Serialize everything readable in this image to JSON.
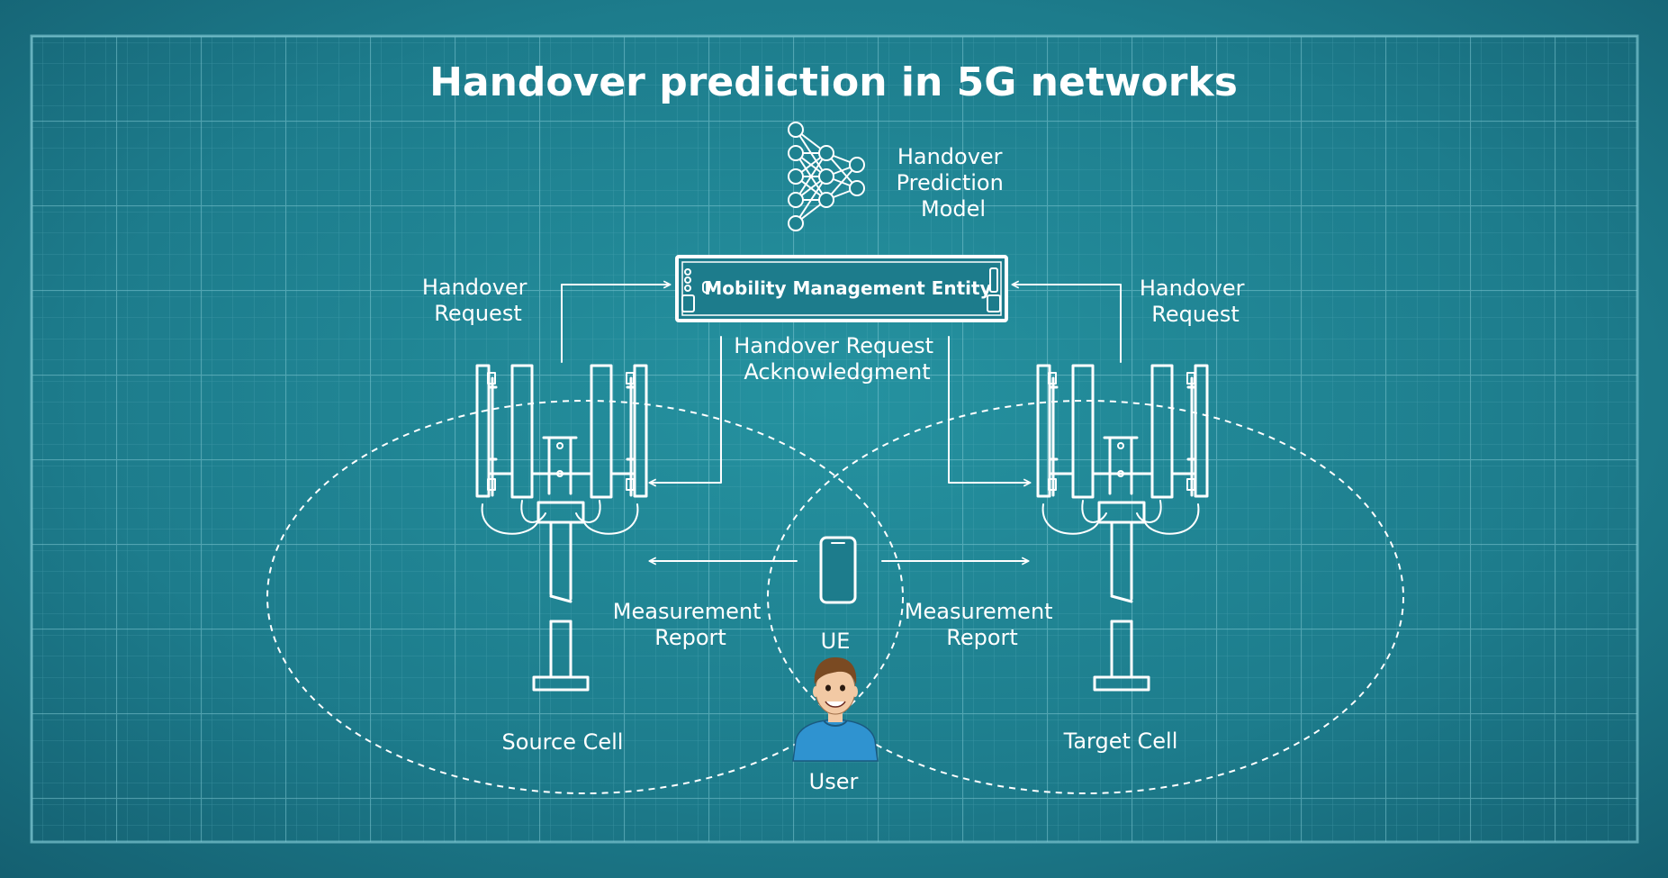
{
  "title": "Handover prediction in 5G networks",
  "nodes": {
    "model_label_lines": [
      "Handover",
      "Prediction",
      "Model"
    ],
    "mme_label": "Mobility Management Entity",
    "source_cell": "Source Cell",
    "target_cell": "Target Cell",
    "ue": "UE",
    "user": "User"
  },
  "edges": {
    "handover_request_left": [
      "Handover",
      "Request"
    ],
    "handover_request_right": [
      "Handover",
      "Request"
    ],
    "handover_ack": [
      "Handover Request",
      "Acknowledgment"
    ],
    "measurement_left": [
      "Measurement",
      "Report"
    ],
    "measurement_right": [
      "Measurement",
      "Report"
    ]
  },
  "colors": {
    "background": "#1f8290",
    "background_edge": "#145f70",
    "grid": "#5fb4c2",
    "line": "#ffffff",
    "shirt": "#2f93d0",
    "hair": "#7a4a22",
    "skin": "#f2c9a4"
  }
}
